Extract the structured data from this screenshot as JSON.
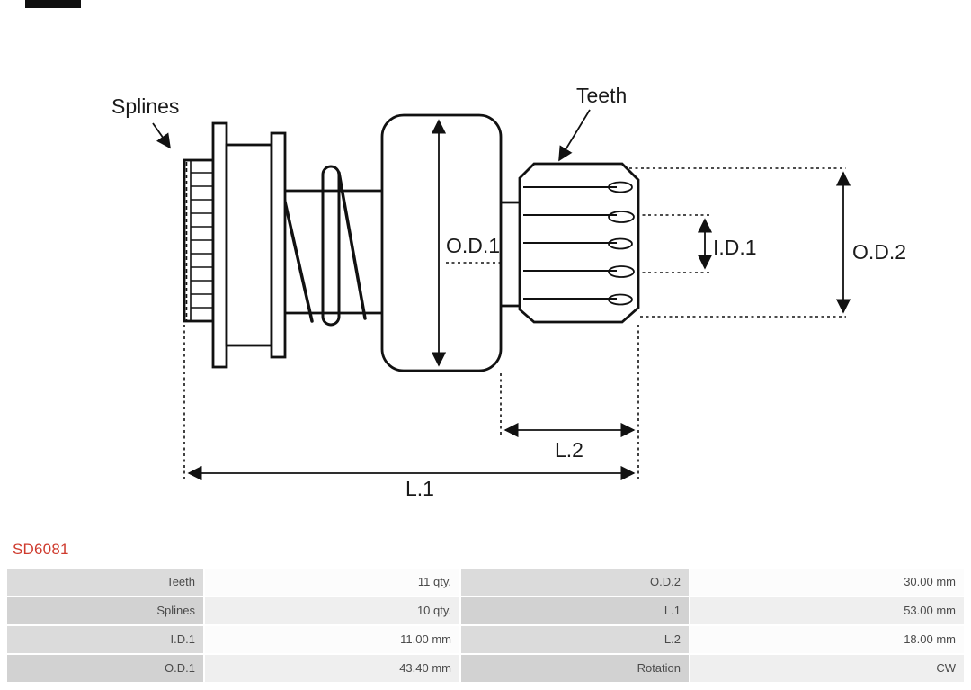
{
  "page": {
    "part_number": "SD6081",
    "accent_color": "#cf3b2e",
    "background": "#ffffff"
  },
  "diagram": {
    "ink_color": "#111111",
    "labels": {
      "splines": "Splines",
      "teeth": "Teeth",
      "od1": "O.D.1",
      "id1": "I.D.1",
      "od2": "O.D.2",
      "l1": "L.1",
      "l2": "L.2"
    }
  },
  "spec_table": {
    "rows": [
      {
        "label1": "Teeth",
        "value1": "11 qty.",
        "label2": "O.D.2",
        "value2": "30.00 mm"
      },
      {
        "label1": "Splines",
        "value1": "10 qty.",
        "label2": "L.1",
        "value2": "53.00 mm"
      },
      {
        "label1": "I.D.1",
        "value1": "11.00 mm",
        "label2": "L.2",
        "value2": "18.00 mm"
      },
      {
        "label1": "O.D.1",
        "value1": "43.40 mm",
        "label2": "Rotation",
        "value2": "CW"
      }
    ]
  }
}
